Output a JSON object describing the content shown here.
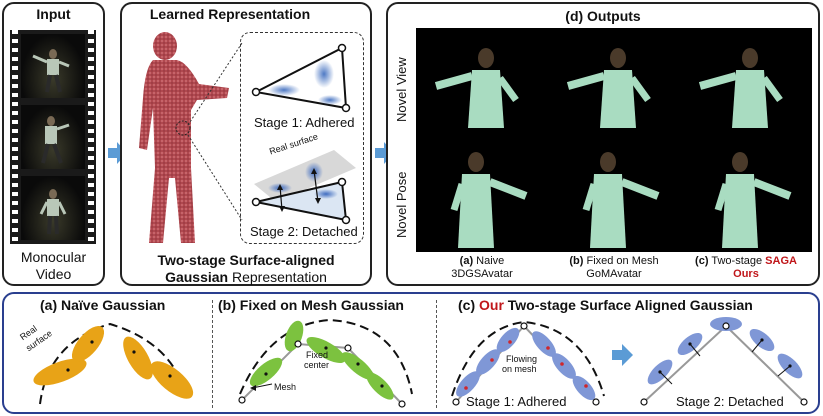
{
  "input": {
    "title": "Input",
    "caption_line1": "Monocular",
    "caption_line2": "Video"
  },
  "learned": {
    "title": "Learned Representation",
    "stage1": "Stage 1: Adhered",
    "stage2": "Stage 2: Detached",
    "real_surface": "Real surface",
    "caption_line1": "Two-stage Surface-aligned",
    "caption_bold": "Gaussian",
    "caption_rest": " Representation"
  },
  "outputs": {
    "title": "(d) Outputs",
    "row_labels": [
      "Novel View",
      "Novel Pose"
    ],
    "col_a_line1_bold": "(a)",
    "col_a_line1_rest": " Naive",
    "col_a_line2": "3DGSAvatar",
    "col_b_line1_bold": "(b)",
    "col_b_line1_rest": " Fixed on Mesh",
    "col_b_line2": "GoMAvatar",
    "col_c_line1_bold": "(c)",
    "col_c_line1_rest": " Two-stage ",
    "col_c_line1_red": "SAGA",
    "col_c_line2": "Ours"
  },
  "bottom": {
    "a_title": "(a) Naïve Gaussian",
    "a_real_surface_1": "Real",
    "a_real_surface_2": "surface",
    "b_title": "(b) Fixed on Mesh Gaussian",
    "b_fixed_1": "Fixed",
    "b_fixed_2": "center",
    "b_mesh": "Mesh",
    "c_title_prefix": "(c) ",
    "c_title_red": "Our",
    "c_title_rest": " Two-stage Surface Aligned Gaussian",
    "c_flowing_1": "Flowing",
    "c_flowing_2": "on mesh",
    "c_stage1": "Stage  1:  Adhered",
    "c_stage2": "Stage 2:  Detached"
  },
  "colors": {
    "accent_red": "#c0161a",
    "arrow_blue": "#5b9bd5",
    "gaussian_yellow": "#e8a317",
    "gaussian_green": "#7cc23f",
    "gaussian_blue": "#7f97d6",
    "bottom_border": "#2a3f8f"
  }
}
